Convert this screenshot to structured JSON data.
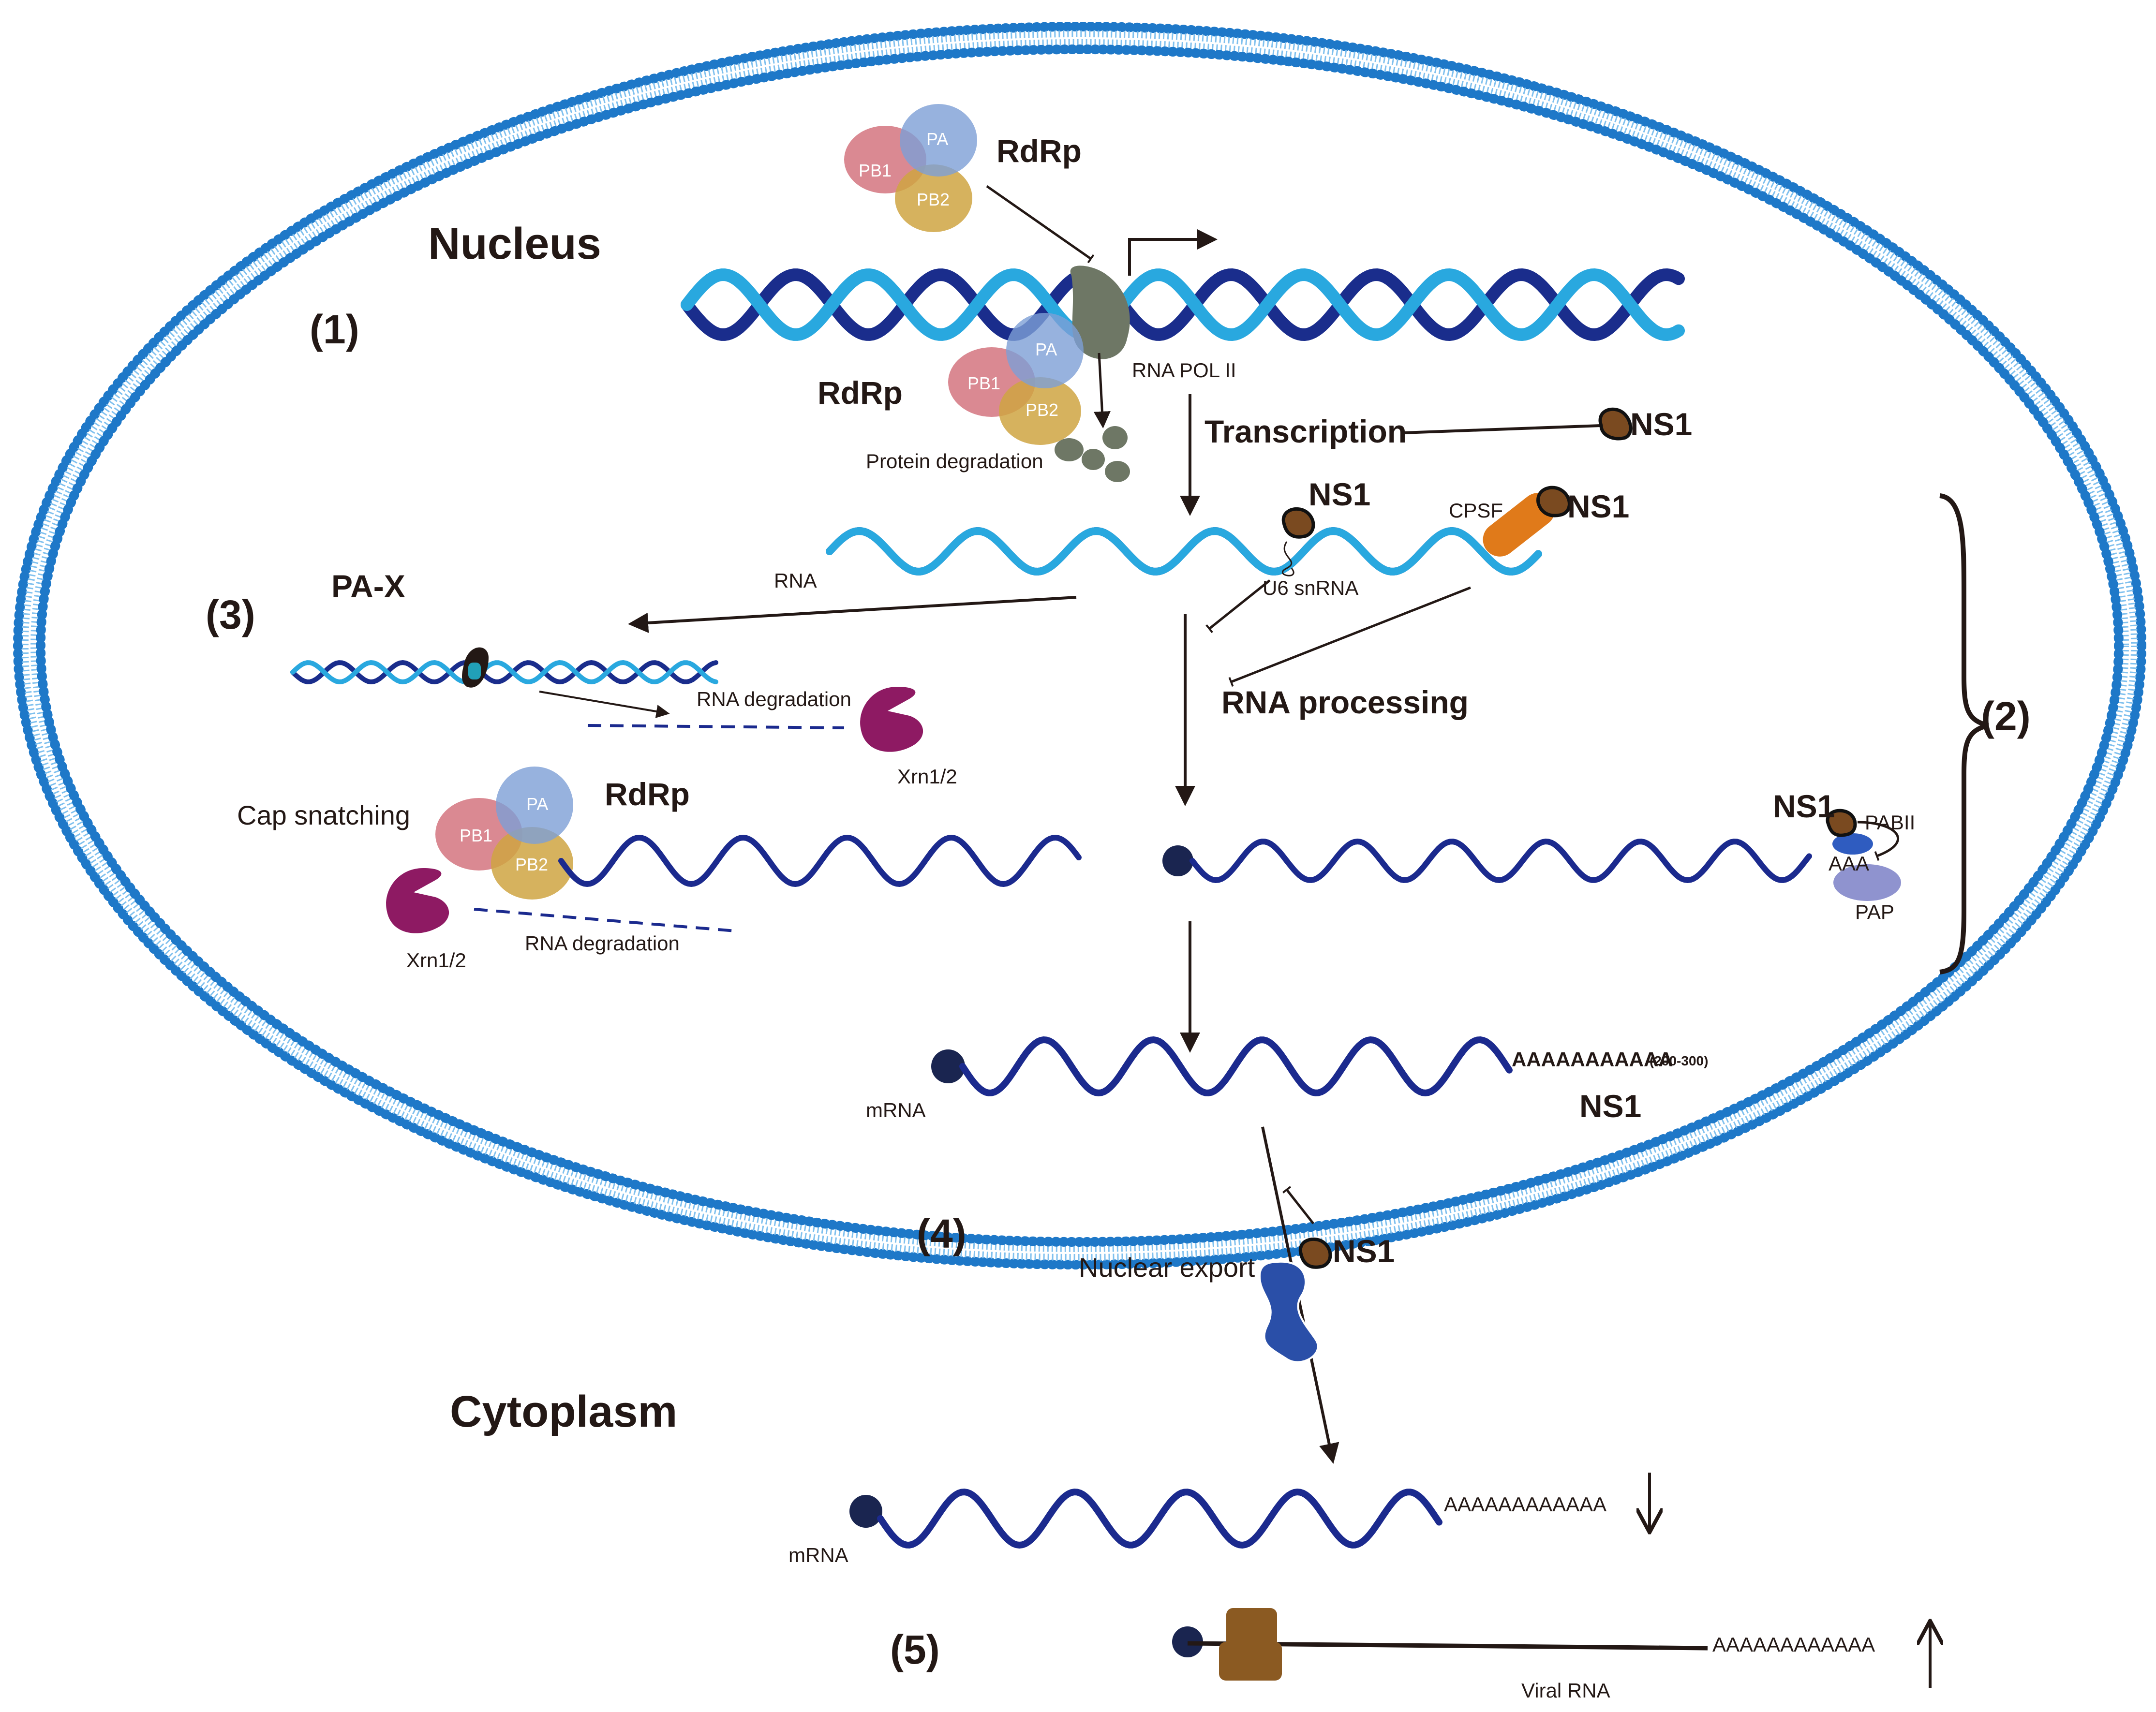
{
  "compartments": {
    "nucleus": "Nucleus",
    "cytoplasm": "Cytoplasm"
  },
  "steps": {
    "s1": "(1)",
    "s2": "(2)",
    "s3": "(3)",
    "s4": "(4)",
    "s5": "(5)"
  },
  "proteins": {
    "rdrp": "RdRp",
    "pa": "PA",
    "pb1": "PB1",
    "pb2": "PB2",
    "ns1": "NS1",
    "pax": "PA-X",
    "cpsf": "CPSF",
    "pabii": "PABII",
    "pap": "PAP",
    "xrn": "Xrn1/2",
    "rnapol": "RNA POL II"
  },
  "processes": {
    "transcription": "Transcription",
    "protein_degradation": "Protein degradation",
    "rna_processing": "RNA processing",
    "rna_degradation": "RNA degradation",
    "cap_snatching": "Cap snatching",
    "nuclear_export": "Nuclear export"
  },
  "molecules": {
    "rna": "RNA",
    "u6": "U6 snRNA",
    "mrna": "mRNA",
    "viral_rna": "Viral RNA",
    "aaa": "AAA",
    "polya_nuclear": "AAAAAAAAAAA",
    "polya_length": "(200-300)",
    "polya_cyto": "AAAAAAAAAAAA"
  },
  "colors": {
    "membrane": "#1e78c8",
    "dna_dark": "#1a2d8c",
    "dna_light": "#29a8df",
    "mrna": "#1b2a8e",
    "cap": "#1a2550",
    "pa": "#7d9fd6",
    "pb1": "#d4747f",
    "pb2": "#cfa442",
    "rnapol": "#6e7765",
    "ns1": "#7a4a20",
    "cpsf": "#e07a1a",
    "xrn": "#8e1a63",
    "pore": "#2a4fa8",
    "ribosome": "#8b5a22",
    "pap": "#8f93cf",
    "pabii": "#2f5cc0",
    "pax_tag": "#21a0b8"
  }
}
